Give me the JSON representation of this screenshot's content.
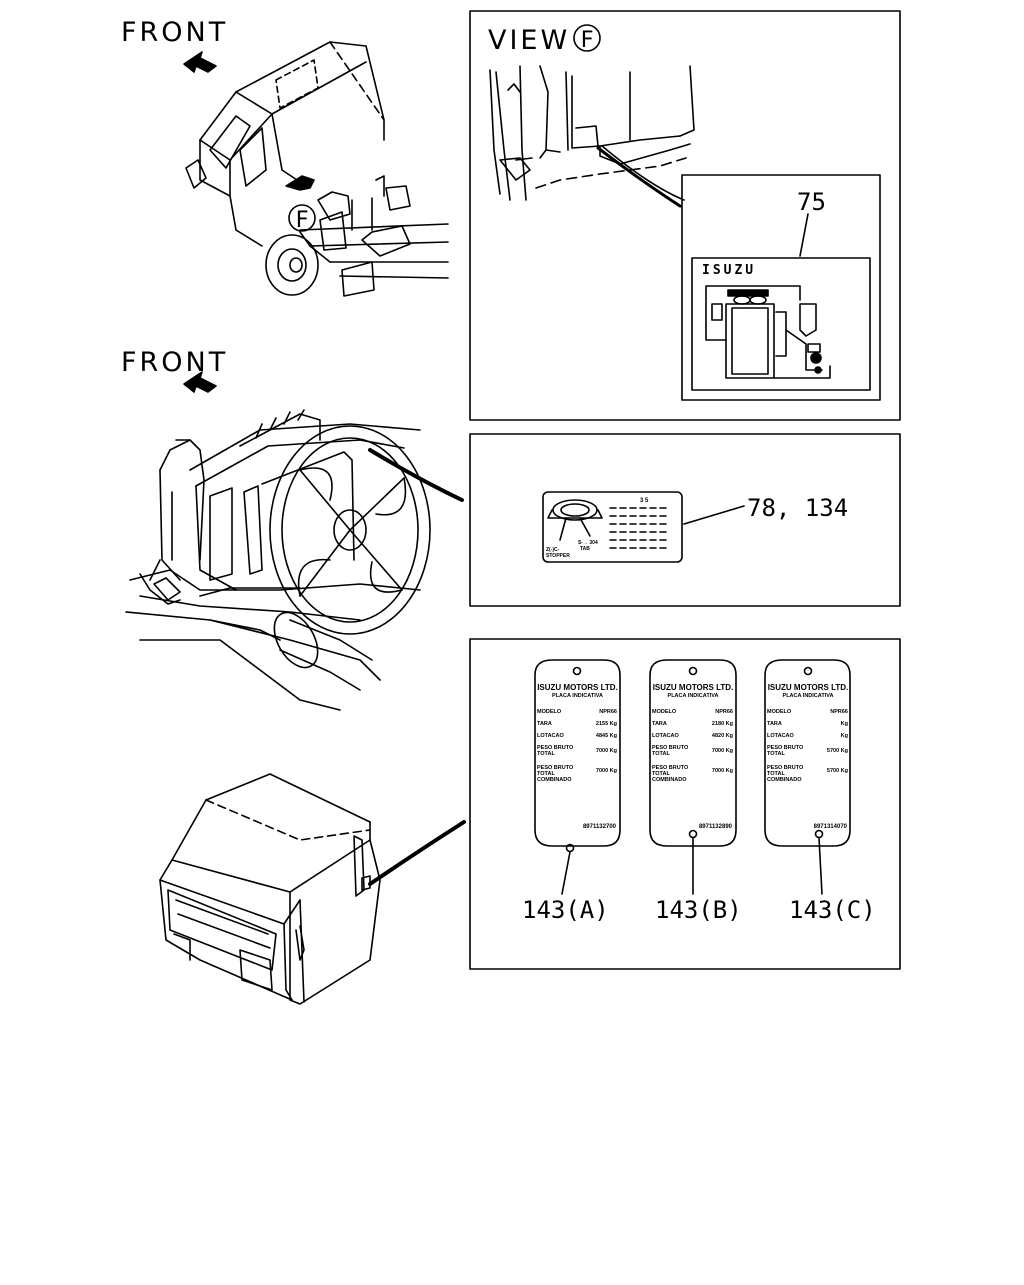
{
  "front_label_top": "FRONT",
  "front_label_mid": "FRONT",
  "view_label": "VIEW",
  "view_marker": "F",
  "view_marker_truck": "F",
  "callouts": {
    "c75": "75",
    "c78": "78, 134",
    "c143a": "143(A)",
    "c143b": "143(B)",
    "c143c": "143(C)"
  },
  "isuzu_label": "ISUZU",
  "cap_label": {
    "left": "Z(-)C-",
    "left2": "STOPPER",
    "right": "S-→ 304",
    "right2": "TAB",
    "cols": "3 5"
  },
  "plates": [
    {
      "header1": "ISUZU MOTORS LTD.",
      "header2": "PLACA INDICATIVA",
      "rows": [
        {
          "label": "MODELO",
          "value": "NPR66"
        },
        {
          "label": "TARA",
          "value": "2155 Kg"
        },
        {
          "label": "LOTACAO",
          "value": "4845 Kg"
        },
        {
          "label": "PESO BRUTO\nTOTAL",
          "value": "7000 Kg"
        },
        {
          "label": "PESO BRUTO\nTOTAL\nCOMBINADO",
          "value": "7000 Kg"
        }
      ],
      "part_no": "8971132700"
    },
    {
      "header1": "ISUZU MOTORS LTD.",
      "header2": "PLACA INDICATIVA",
      "rows": [
        {
          "label": "MODELO",
          "value": "NPR66"
        },
        {
          "label": "TARA",
          "value": "2180 Kg"
        },
        {
          "label": "LOTACAO",
          "value": "4820 Kg"
        },
        {
          "label": "PESO BRUTO\nTOTAL",
          "value": "7000 Kg"
        },
        {
          "label": "PESO BRUTO\nTOTAL\nCOMBINADO",
          "value": "7000 Kg"
        }
      ],
      "part_no": "8971132890"
    },
    {
      "header1": "ISUZU MOTORS LTD.",
      "header2": "PLACA INDICATIVA",
      "rows": [
        {
          "label": "MODELO",
          "value": "NPR66"
        },
        {
          "label": "TARA",
          "value": "Kg"
        },
        {
          "label": "LOTACAO",
          "value": "Kg"
        },
        {
          "label": "PESO BRUTO\nTOTAL",
          "value": "5700 Kg"
        },
        {
          "label": "PESO BRUTO\nTOTAL\nCOMBINADO",
          "value": "5700 Kg"
        }
      ],
      "part_no": "8971314070"
    }
  ]
}
